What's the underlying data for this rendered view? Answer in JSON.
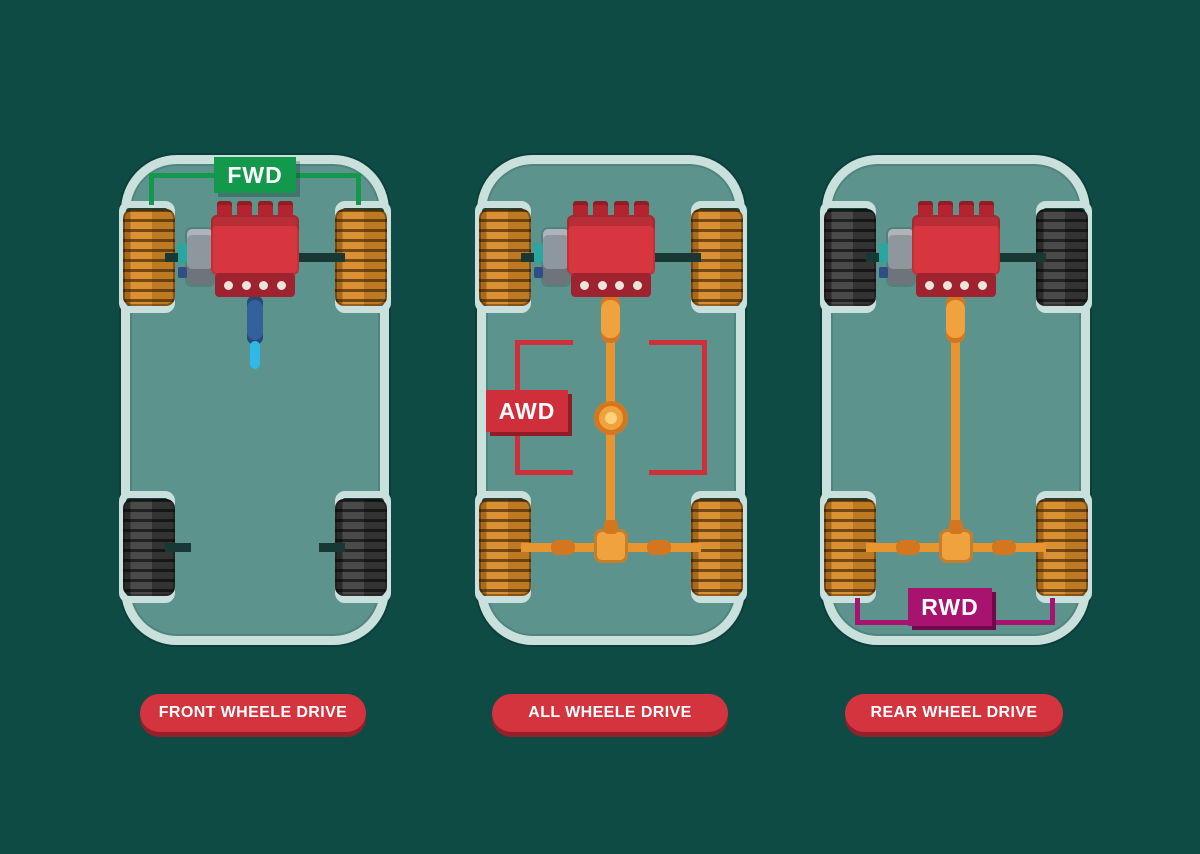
{
  "title": "Car drive system comparison diagram",
  "colors": {
    "background": "#0e4b45",
    "chassis_fill": "#5c948d",
    "chassis_border": "#c9e0dd",
    "driveshaft_orange": "#e8952f",
    "engine_red": "#d7363f",
    "badge_green": "#13994c",
    "badge_red": "#cf2f3a",
    "badge_purple": "#a8136f",
    "caption_pill_red": "#d4343e"
  },
  "cars": [
    {
      "name": "front-wheel-drive",
      "badge": "FWD",
      "badge_color": "#13994c",
      "caption": "FRONT WHEELE DRIVE",
      "front_tires": "orange",
      "rear_tires": "dark",
      "driven_axle": "front"
    },
    {
      "name": "all-wheel-drive",
      "badge": "AWD",
      "badge_color": "#cf2f3a",
      "caption": "ALL WHEELE DRIVE",
      "front_tires": "orange",
      "rear_tires": "orange",
      "driven_axle": "both"
    },
    {
      "name": "rear-wheel-drive",
      "badge": "RWD",
      "badge_color": "#a8136f",
      "caption": "REAR WHEEL DRIVE",
      "front_tires": "dark",
      "rear_tires": "orange",
      "driven_axle": "rear"
    }
  ]
}
